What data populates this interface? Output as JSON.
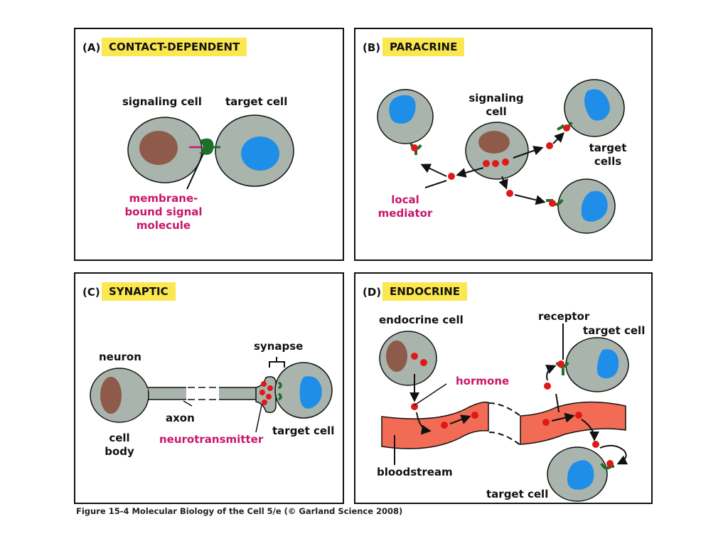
{
  "colors": {
    "cell": "#a9b4ad",
    "nucleus_signal": "#8e5a4a",
    "nucleus_target": "#1f8ee8",
    "molecule": "#e01818",
    "receptor": "#1f6e2a",
    "label_accent": "#c8166a",
    "tag_bg": "#fbe74f",
    "blood": "#f26b54"
  },
  "panels": {
    "a": {
      "letter": "(A)",
      "title": "CONTACT-DEPENDENT",
      "signaling_cell": "signaling cell",
      "target_cell": "target cell",
      "molecule_label": [
        "membrane-",
        "bound signal",
        "molecule"
      ]
    },
    "b": {
      "letter": "(B)",
      "title": "PARACRINE",
      "signaling_cell": [
        "signaling",
        "cell"
      ],
      "target_cells": [
        "target",
        "cells"
      ],
      "mediator_label": [
        "local",
        "mediator"
      ]
    },
    "c": {
      "letter": "(C)",
      "title": "SYNAPTIC",
      "neuron": "neuron",
      "axon": "axon",
      "cell_body": [
        "cell",
        "body"
      ],
      "synapse": "synapse",
      "neurotransmitter": "neurotransmitter",
      "target_cell": "target cell"
    },
    "d": {
      "letter": "(D)",
      "title": "ENDOCRINE",
      "endocrine_cell": "endocrine cell",
      "hormone": "hormone",
      "receptor": "receptor",
      "target_cell_top": "target cell",
      "bloodstream": "bloodstream",
      "target_cell_bottom": "target cell"
    }
  },
  "caption": "Figure 15-4 Molecular Biology of the Cell 5/e (© Garland Science 2008)"
}
